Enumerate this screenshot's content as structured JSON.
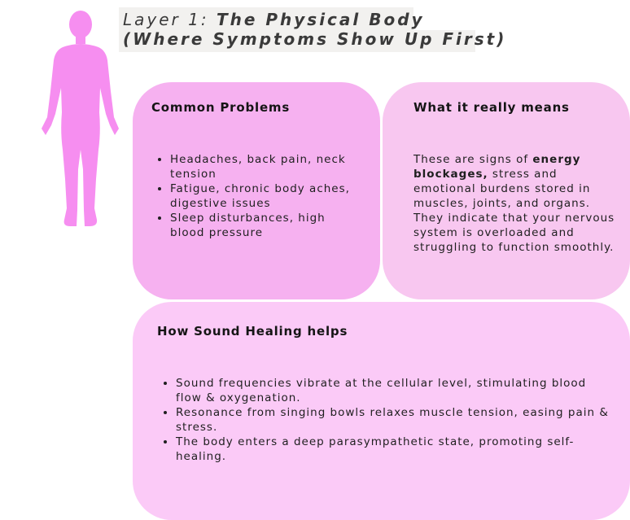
{
  "header": {
    "title_prefix": "Layer 1: ",
    "title_bold": "The Physical Body",
    "subtitle": "(Where Symptoms Show Up First)"
  },
  "colors": {
    "figure_pink": "#f68ef0",
    "card_problems": "#f6b1f0",
    "card_means": "#f8c7f0",
    "card_helps": "#fbcaf7"
  },
  "illustration": {
    "icon": "human-body-silhouette-icon"
  },
  "cards": {
    "problems": {
      "title": "Common Problems",
      "items": [
        "Headaches, back pain, neck tension",
        "Fatigue, chronic body aches, digestive issues",
        "Sleep disturbances, high blood pressure"
      ]
    },
    "means": {
      "title": "What it really means",
      "text_before": "These are signs of ",
      "text_bold": "energy blockages,",
      "text_after": " stress and emotional burdens stored in muscles, joints, and organs. They indicate that your nervous system is overloaded and struggling to function smoothly."
    },
    "helps": {
      "title": "How Sound Healing helps",
      "items": [
        "Sound frequencies vibrate at the cellular level, stimulating blood flow & oxygenation.",
        "Resonance from singing bowls relaxes muscle tension, easing pain & stress.",
        "The body enters a deep parasympathetic state, promoting self-healing."
      ]
    }
  }
}
